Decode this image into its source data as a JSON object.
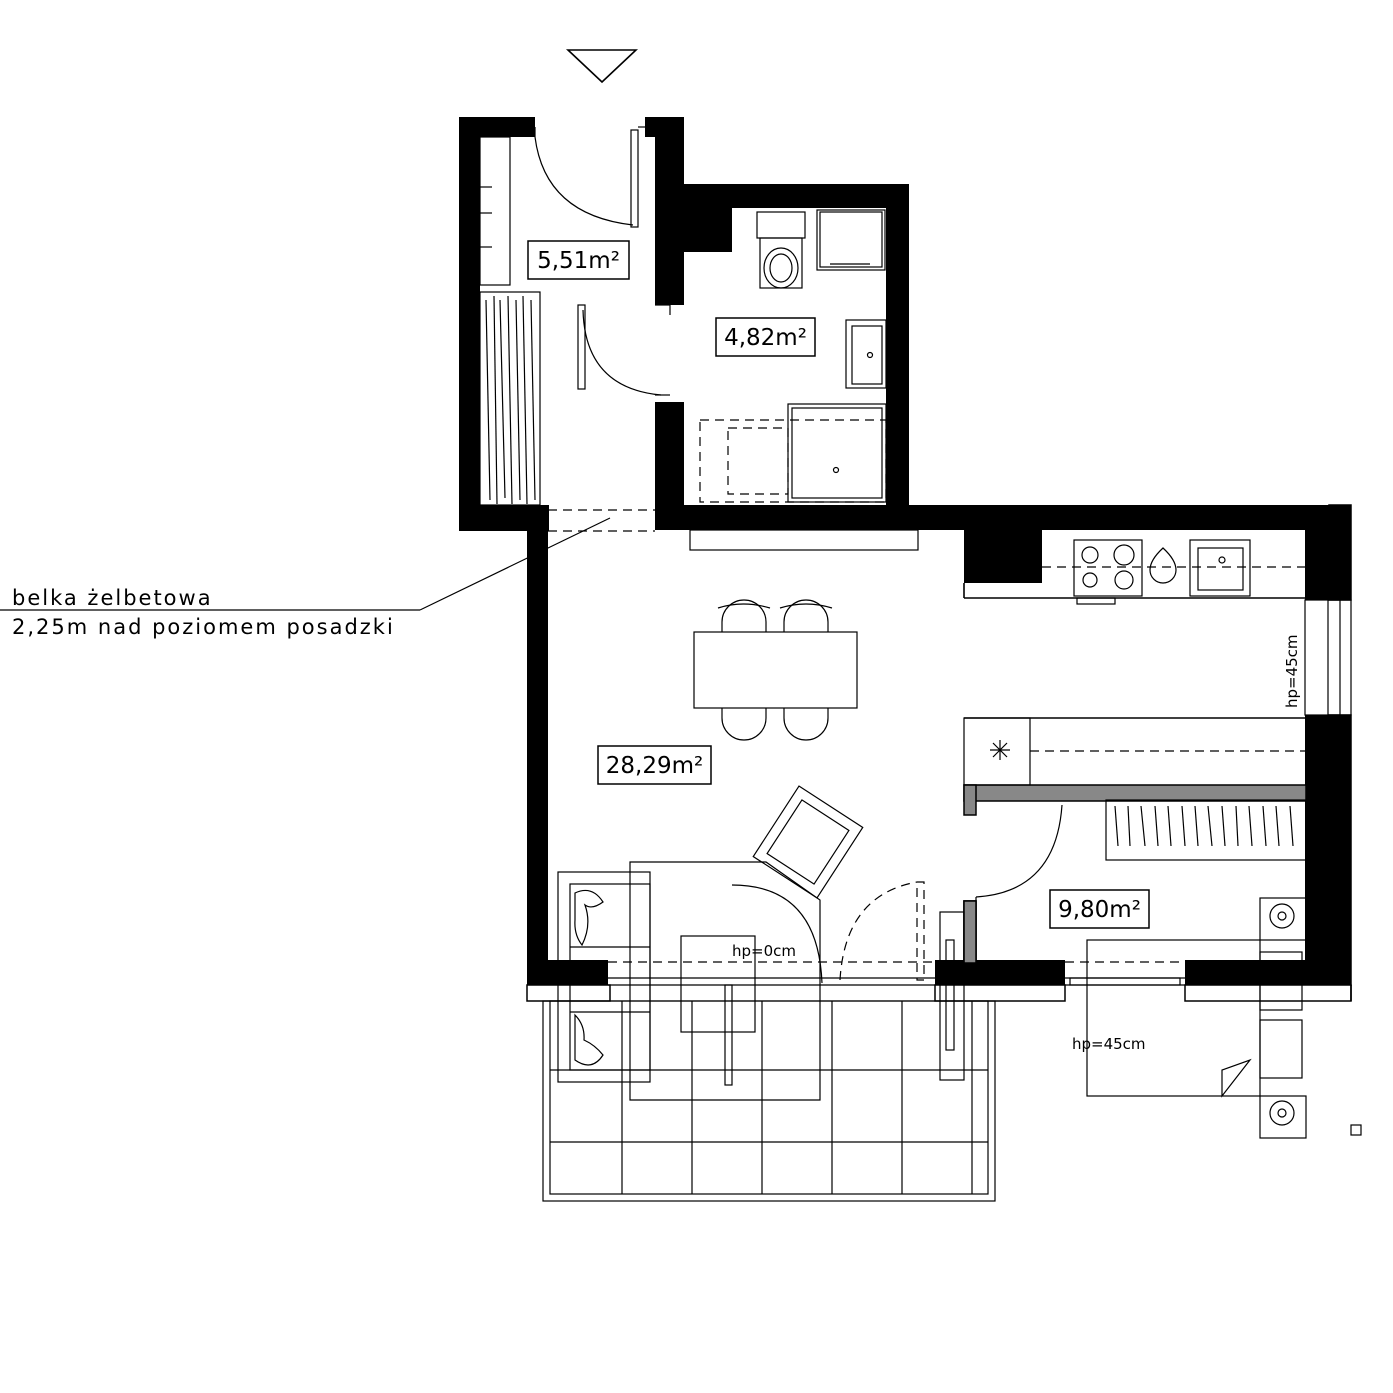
{
  "rooms": [
    {
      "id": "hall",
      "area": "5,51m²"
    },
    {
      "id": "bathroom",
      "area": "4,82m²"
    },
    {
      "id": "living",
      "area": "28,29m²"
    },
    {
      "id": "bedroom",
      "area": "9,80m²"
    }
  ],
  "annotations": {
    "beam_line1": "belka żelbetowa",
    "beam_line2": "2,25m nad poziomem posadzki",
    "window_kitchen": "hp=45cm",
    "window_bedroom": "hp=45cm",
    "balcony_door": "hp=0cm"
  }
}
